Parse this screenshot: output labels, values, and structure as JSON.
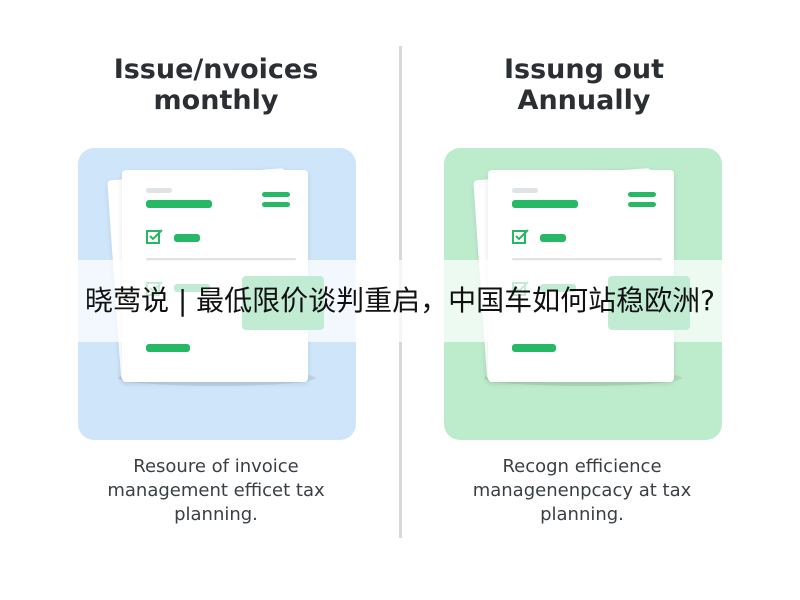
{
  "left_panel": {
    "title_line1": "Issue/nvoices",
    "title_line2": "monthly",
    "caption_line1": "Resoure of invoice",
    "caption_line2": "management efficet tax",
    "caption_line3": "planning.",
    "card_color": "#cfe6fa"
  },
  "right_panel": {
    "title_line1": "Issung out",
    "title_line2": "Annually",
    "caption_line1": "Recogn efficience",
    "caption_line2": "managenenpcacy at tax",
    "caption_line3": "planning.",
    "card_color": "#bdeccd"
  },
  "banner": {
    "text": "晓莺说 | 最低限价谈判重启，中国车如何站稳欧洲?"
  },
  "accent_color": "#26b864",
  "icons": [
    "document-icon",
    "checkbox-icon",
    "menu-bars-icon"
  ]
}
